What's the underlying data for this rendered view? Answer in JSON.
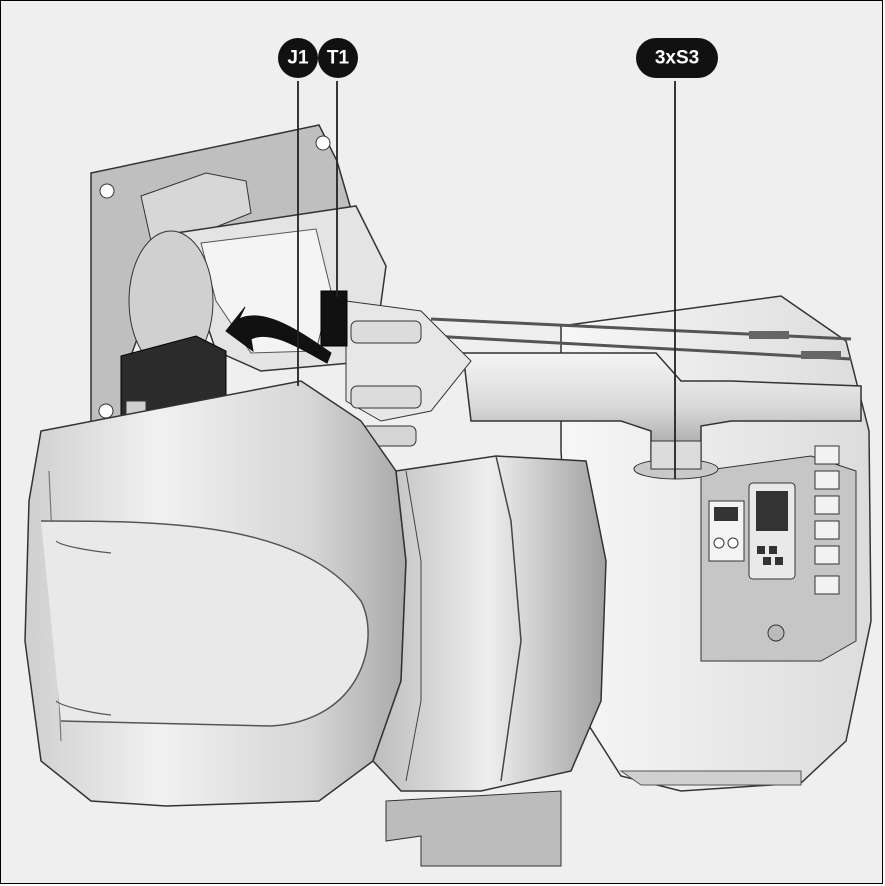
{
  "callouts": [
    {
      "id": "J1",
      "label": "J1"
    },
    {
      "id": "T1",
      "label": "T1"
    },
    {
      "id": "3xS3",
      "label": "3xS3"
    }
  ],
  "colors": {
    "background": "#efefef",
    "housing_light": "#e6e6e6",
    "housing_mid": "#bdbdbd",
    "housing_dark": "#8c8c8c",
    "callout_fill": "#111111",
    "outline": "#333333"
  },
  "icons": [
    "rotation-arrow-icon"
  ]
}
